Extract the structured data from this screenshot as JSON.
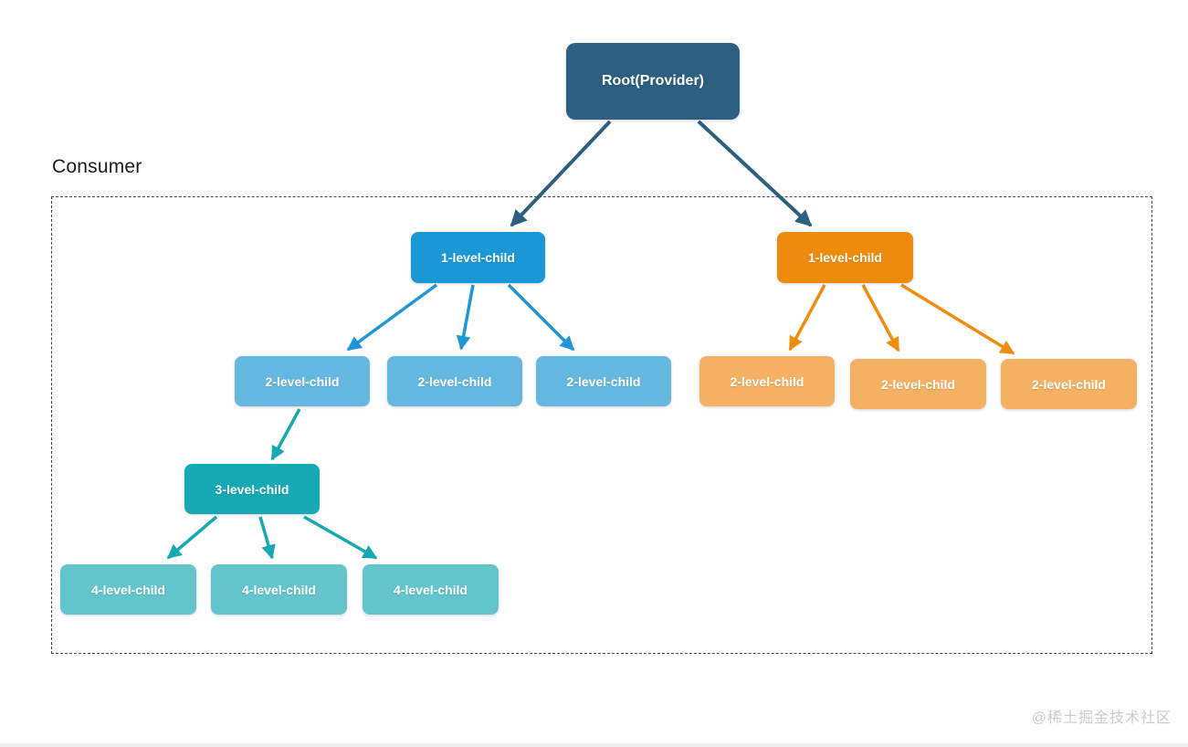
{
  "consumer": {
    "label": "Consumer"
  },
  "watermark": "@稀土掘金技术社区",
  "colors": {
    "root": "#2d5f80",
    "level1_blue": "#1a98d5",
    "level2_blue": "#64b8df",
    "level1_orange": "#ee8b0c",
    "level2_orange": "#f4b063",
    "level3_teal": "#16a9b4",
    "level4_teal": "#63c4cc",
    "arrow_dark": "#2d5f80",
    "arrow_blue": "#1e96d8",
    "arrow_orange": "#f08c0e",
    "arrow_teal": "#16a9b4"
  },
  "nodes": {
    "root": {
      "label": "Root(Provider)",
      "color": "#2d5f80"
    },
    "l1_blue": {
      "label": "1-level-child",
      "color": "#1a98d5"
    },
    "l1_orange": {
      "label": "1-level-child",
      "color": "#ee8b0c"
    },
    "l2_blue_1": {
      "label": "2-level-child",
      "color": "#64b8df"
    },
    "l2_blue_2": {
      "label": "2-level-child",
      "color": "#64b8df"
    },
    "l2_blue_3": {
      "label": "2-level-child",
      "color": "#64b8df"
    },
    "l2_orange_1": {
      "label": "2-level-child",
      "color": "#f4b063"
    },
    "l2_orange_2": {
      "label": "2-level-child",
      "color": "#f4b063"
    },
    "l2_orange_3": {
      "label": "2-level-child",
      "color": "#f4b063"
    },
    "l3_teal": {
      "label": "3-level-child",
      "color": "#16a9b4"
    },
    "l4_teal_1": {
      "label": "4-level-child",
      "color": "#63c4cc"
    },
    "l4_teal_2": {
      "label": "4-level-child",
      "color": "#63c4cc"
    },
    "l4_teal_3": {
      "label": "4-level-child",
      "color": "#63c4cc"
    }
  },
  "edges": [
    {
      "from": "root",
      "to": "l1_blue",
      "color": "#2d5f80"
    },
    {
      "from": "root",
      "to": "l1_orange",
      "color": "#2d5f80"
    },
    {
      "from": "l1_blue",
      "to": "l2_blue_1",
      "color": "#1e96d8"
    },
    {
      "from": "l1_blue",
      "to": "l2_blue_2",
      "color": "#1e96d8"
    },
    {
      "from": "l1_blue",
      "to": "l2_blue_3",
      "color": "#1e96d8"
    },
    {
      "from": "l1_orange",
      "to": "l2_orange_1",
      "color": "#f08c0e"
    },
    {
      "from": "l1_orange",
      "to": "l2_orange_2",
      "color": "#f08c0e"
    },
    {
      "from": "l1_orange",
      "to": "l2_orange_3",
      "color": "#f08c0e"
    },
    {
      "from": "l2_blue_1",
      "to": "l3_teal",
      "color": "#16a9b4"
    },
    {
      "from": "l3_teal",
      "to": "l4_teal_1",
      "color": "#16a9b4"
    },
    {
      "from": "l3_teal",
      "to": "l4_teal_2",
      "color": "#16a9b4"
    },
    {
      "from": "l3_teal",
      "to": "l4_teal_3",
      "color": "#16a9b4"
    }
  ]
}
